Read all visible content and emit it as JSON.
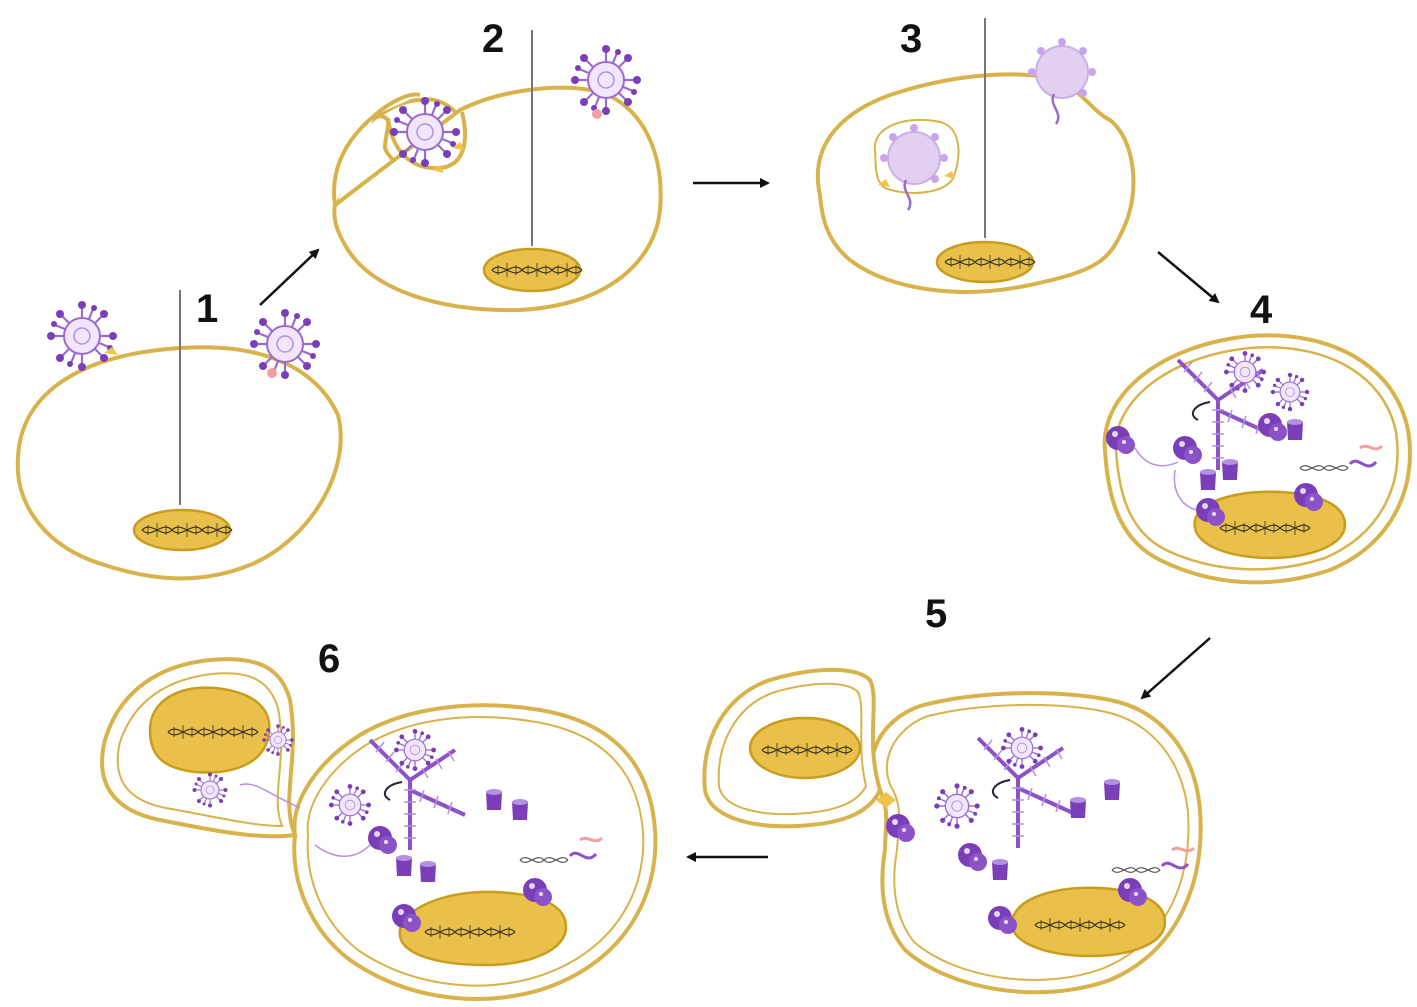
{
  "steps": [
    {
      "number": "1"
    },
    {
      "number": "2"
    },
    {
      "number": "3"
    },
    {
      "number": "4"
    },
    {
      "number": "5"
    },
    {
      "number": "6"
    }
  ],
  "colors": {
    "membrane": "#d8b24a",
    "nucleus": "#e8c04a",
    "virus": "#9b6ad0",
    "virus_light": "#d9c3ee",
    "protein": "#7a3fb8",
    "receptor": "#f4a0a0",
    "arrow": "#111111"
  }
}
